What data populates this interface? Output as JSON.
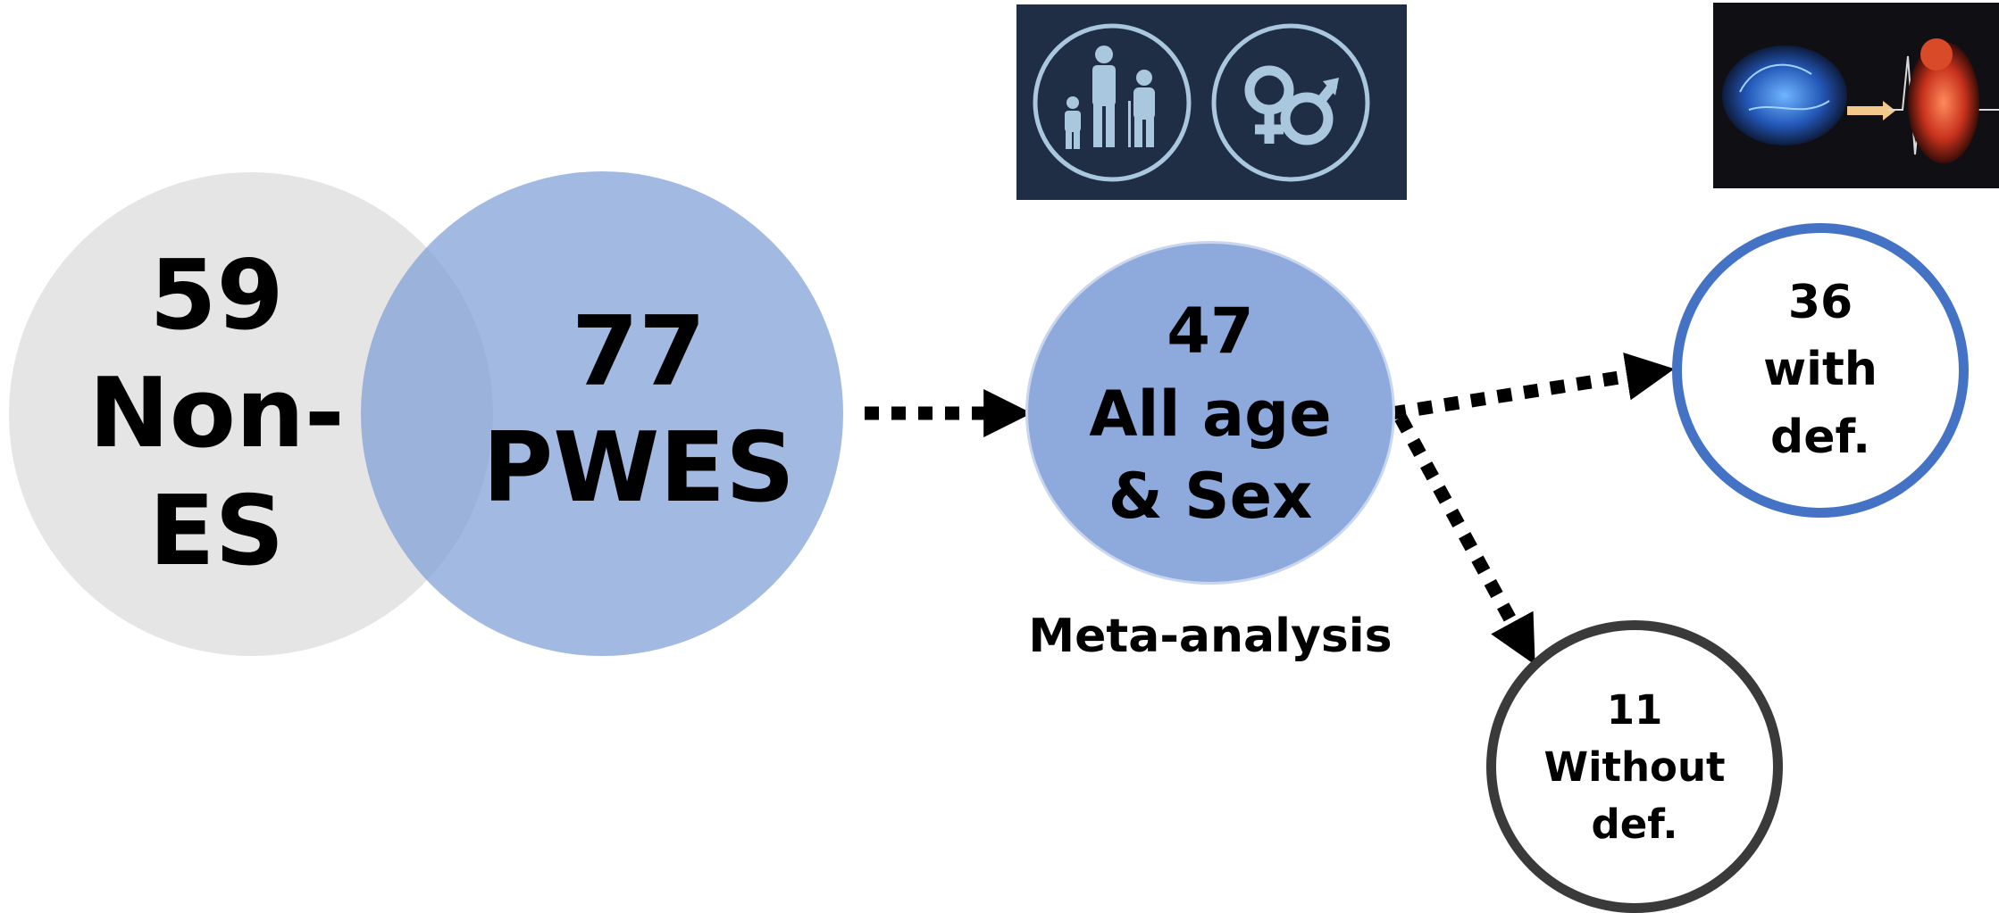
{
  "venn": {
    "non_es": {
      "count": "59",
      "line1": "Non-",
      "line2": "ES",
      "color": "#dcdcdc"
    },
    "pwes": {
      "count": "77",
      "label": "PWES",
      "color": "#7e9ed6"
    }
  },
  "flow": {
    "all_age": {
      "count": "47",
      "line1": "All age",
      "line2": "& Sex",
      "caption": "Meta-analysis",
      "color": "#8eaadd"
    },
    "with_def": {
      "count": "36",
      "line1": "with",
      "line2": "def.",
      "border_color": "#4472c4"
    },
    "without_def": {
      "count": "11",
      "line1": "Without",
      "line2": "def.",
      "border_color": "#3a3a3a"
    }
  },
  "icons": [
    "family-icon",
    "gender-icon",
    "brain-body-image"
  ]
}
